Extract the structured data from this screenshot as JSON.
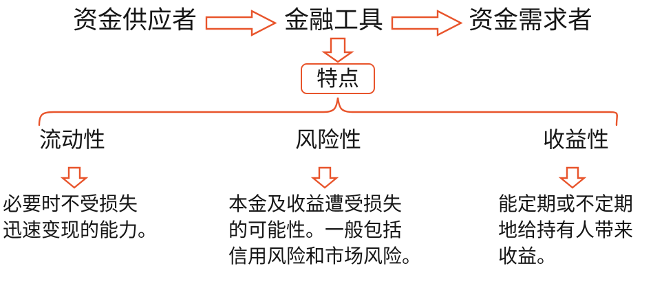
{
  "diagram": {
    "accent_color": "#E8542B",
    "text_color": "#161616",
    "background": "#FFFFFF",
    "flow": {
      "nodes": [
        {
          "id": "supplier",
          "label": "资金供应者"
        },
        {
          "id": "instrument",
          "label": "金融工具"
        },
        {
          "id": "demander",
          "label": "资金需求者"
        }
      ],
      "connector_icons": [
        "right-block-arrow-icon",
        "right-block-arrow-icon"
      ]
    },
    "feature_node": {
      "label": "特点",
      "incoming_icon": "down-block-arrow-icon"
    },
    "brace_icon": "three-way-brace-icon",
    "branches": [
      {
        "id": "liquidity",
        "heading": "流动性",
        "arrow_icon": "down-block-arrow-icon",
        "body_lines": [
          "必要时不受损失",
          "迅速变现的能力。"
        ]
      },
      {
        "id": "risk",
        "heading": "风险性",
        "arrow_icon": "down-block-arrow-icon",
        "body_lines": [
          "本金及收益遭受损失",
          "的可能性。一般包括",
          "信用风险和市场风险。"
        ]
      },
      {
        "id": "return",
        "heading": "收益性",
        "arrow_icon": "down-block-arrow-icon",
        "body_lines": [
          "能定期或不定期",
          "地给持有人带来",
          "收益。"
        ]
      }
    ]
  }
}
